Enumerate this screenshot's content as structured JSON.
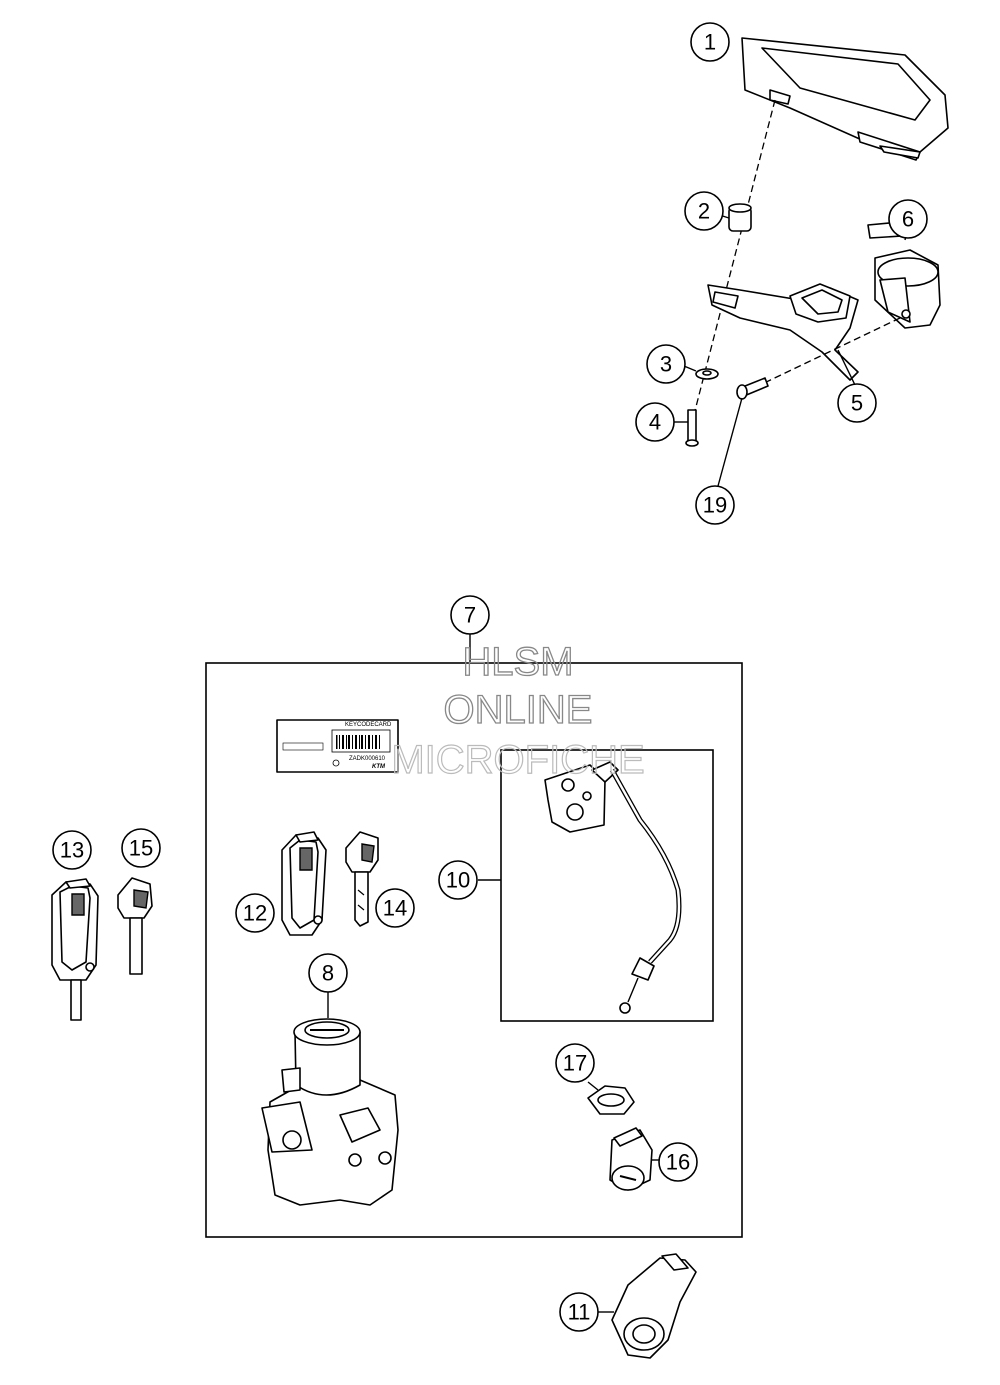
{
  "callouts": {
    "c1": "1",
    "c2": "2",
    "c3": "3",
    "c4": "4",
    "c5": "5",
    "c6": "6",
    "c7": "7",
    "c8": "8",
    "c10": "10",
    "c11": "11",
    "c12": "12",
    "c13": "13",
    "c14": "14",
    "c15": "15",
    "c16": "16",
    "c17": "17",
    "c19": "19"
  },
  "watermark": {
    "line1": "HLSM",
    "line2": "ONLINE",
    "line3": "MICROFICHE"
  },
  "key_code_card": {
    "title": "KEYCODECARD",
    "code": "ZADK000610",
    "brand": "KTM"
  },
  "colors": {
    "line": "#000000",
    "background": "#ffffff",
    "watermark": "#888888"
  }
}
